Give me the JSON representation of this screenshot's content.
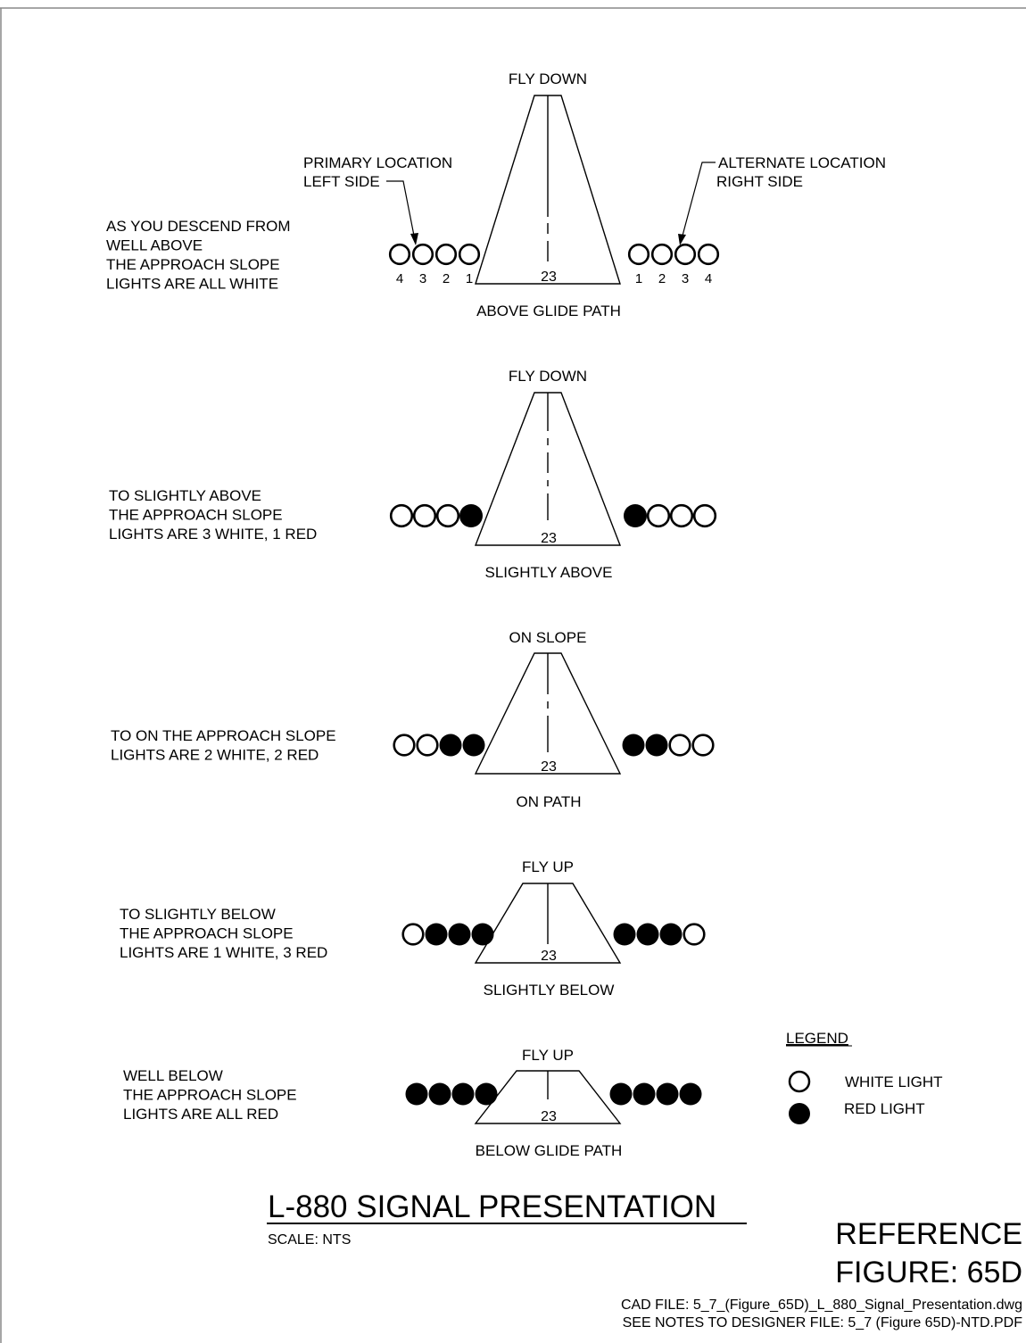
{
  "panels": [
    {
      "top_label": "FLY DOWN",
      "bottom_label": "ABOVE GLIDE PATH",
      "runway_number": "23",
      "description": [
        "AS YOU DESCEND FROM",
        "WELL ABOVE",
        "THE APPROACH SLOPE",
        "LIGHTS ARE ALL WHITE"
      ],
      "left_lights": [
        "white",
        "white",
        "white",
        "white"
      ],
      "right_lights": [
        "white",
        "white",
        "white",
        "white"
      ],
      "left_numbers": [
        "4",
        "3",
        "2",
        "1"
      ],
      "right_numbers": [
        "1",
        "2",
        "3",
        "4"
      ],
      "callout_left": [
        "PRIMARY LOCATION",
        "LEFT SIDE"
      ],
      "callout_right": [
        "ALTERNATE LOCATION",
        "RIGHT SIDE"
      ]
    },
    {
      "top_label": "FLY DOWN",
      "bottom_label": "SLIGHTLY ABOVE",
      "runway_number": "23",
      "description": [
        "TO SLIGHTLY ABOVE",
        "THE APPROACH SLOPE",
        "LIGHTS ARE 3 WHITE, 1 RED"
      ],
      "left_lights": [
        "white",
        "white",
        "white",
        "red"
      ],
      "right_lights": [
        "red",
        "white",
        "white",
        "white"
      ]
    },
    {
      "top_label": "ON SLOPE",
      "bottom_label": "ON PATH",
      "runway_number": "23",
      "description": [
        "TO ON THE APPROACH SLOPE",
        "LIGHTS ARE 2 WHITE, 2 RED"
      ],
      "left_lights": [
        "white",
        "white",
        "red",
        "red"
      ],
      "right_lights": [
        "red",
        "red",
        "white",
        "white"
      ]
    },
    {
      "top_label": "FLY UP",
      "bottom_label": "SLIGHTLY BELOW",
      "runway_number": "23",
      "description": [
        "TO SLIGHTLY BELOW",
        "THE APPROACH SLOPE",
        "LIGHTS ARE 1 WHITE, 3 RED"
      ],
      "left_lights": [
        "white",
        "red",
        "red",
        "red"
      ],
      "right_lights": [
        "red",
        "red",
        "red",
        "white"
      ]
    },
    {
      "top_label": "FLY UP",
      "bottom_label": "BELOW GLIDE PATH",
      "runway_number": "23",
      "description": [
        "WELL BELOW",
        "THE APPROACH SLOPE",
        "LIGHTS ARE ALL RED"
      ],
      "left_lights": [
        "red",
        "red",
        "red",
        "red"
      ],
      "right_lights": [
        "red",
        "red",
        "red",
        "red"
      ]
    }
  ],
  "legend": {
    "title": "LEGEND",
    "items": [
      {
        "type": "white",
        "label": "WHITE LIGHT"
      },
      {
        "type": "red",
        "label": "RED LIGHT"
      }
    ]
  },
  "title_block": {
    "title": "L-880 SIGNAL PRESENTATION",
    "scale": "SCALE: NTS",
    "reference": "REFERENCE",
    "figure": "FIGURE: 65D",
    "cad_file": "CAD FILE: 5_7_(Figure_65D)_L_880_Signal_Presentation.dwg",
    "notes_file": "SEE NOTES TO DESIGNER FILE:  5_7 (Figure 65D)-NTD.PDF"
  },
  "colors": {
    "line": "#000000",
    "background": "#ffffff",
    "white_light": "#ffffff",
    "red_light": "#000000"
  }
}
